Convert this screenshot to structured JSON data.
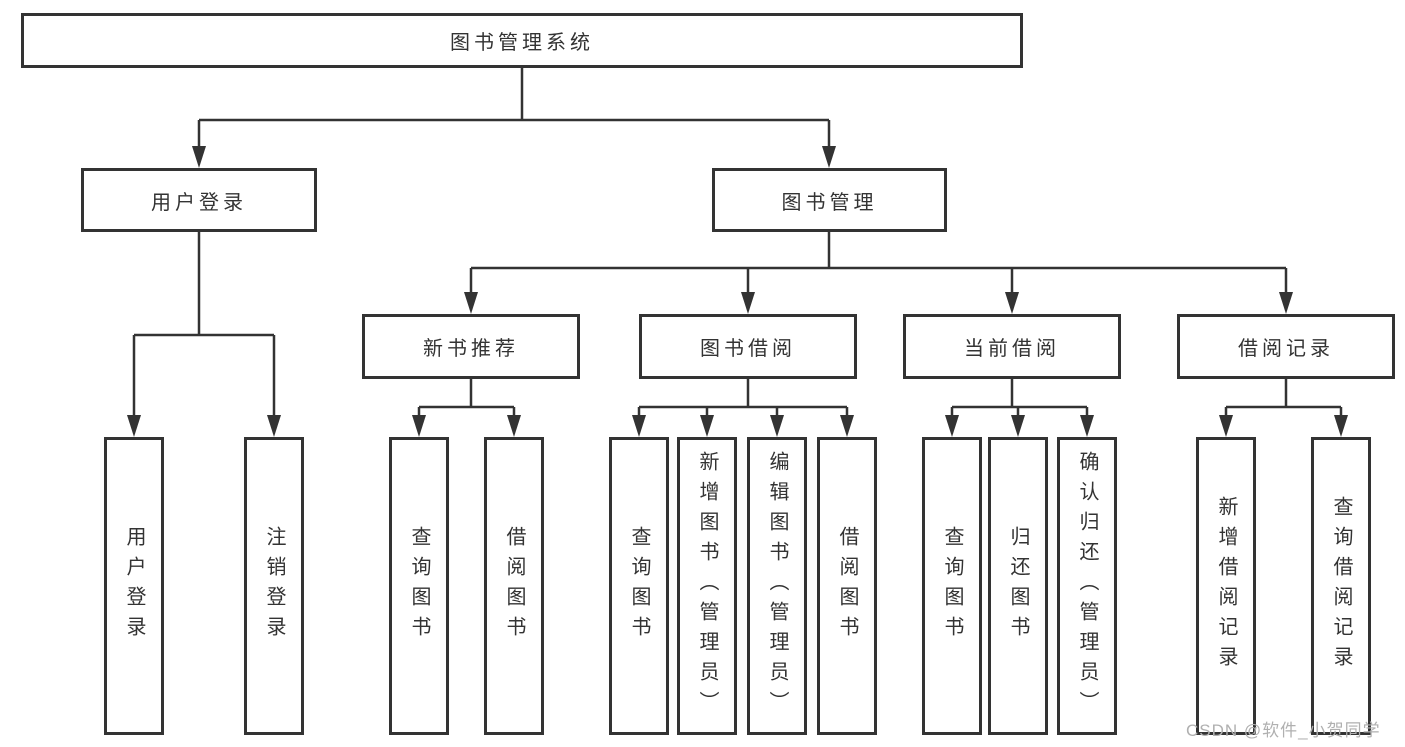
{
  "tree": {
    "root": {
      "label": "图书管理系统",
      "children": [
        {
          "label": "用户登录",
          "children": [
            {
              "label": "用户登录"
            },
            {
              "label": "注销登录"
            }
          ]
        },
        {
          "label": "图书管理",
          "children": [
            {
              "label": "新书推荐",
              "children": [
                {
                  "label": "查询图书"
                },
                {
                  "label": "借阅图书"
                }
              ]
            },
            {
              "label": "图书借阅",
              "children": [
                {
                  "label": "查询图书"
                },
                {
                  "label": "新增图书（管理员）"
                },
                {
                  "label": "编辑图书（管理员）"
                },
                {
                  "label": "借阅图书"
                }
              ]
            },
            {
              "label": "当前借阅",
              "children": [
                {
                  "label": "查询图书"
                },
                {
                  "label": "归还图书"
                },
                {
                  "label": "确认归还（管理员）"
                }
              ]
            },
            {
              "label": "借阅记录",
              "children": [
                {
                  "label": "新增借阅记录"
                },
                {
                  "label": "查询借阅记录"
                }
              ]
            }
          ]
        }
      ]
    }
  },
  "watermark": {
    "text": "CSDN @软件_小贺同学"
  },
  "colors": {
    "background": "#ffffff",
    "box_border": "#333333",
    "line": "#333333",
    "text": "#333333",
    "watermark": "#b0b0b0"
  }
}
